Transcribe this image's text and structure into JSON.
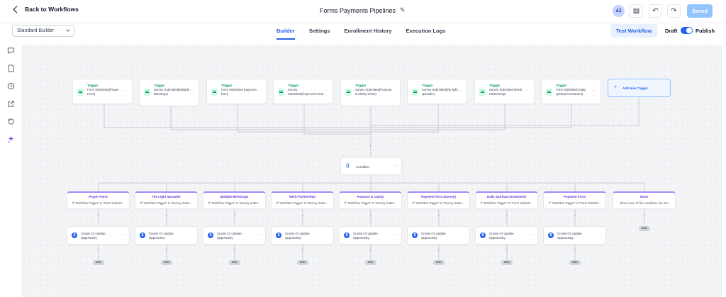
{
  "header": {
    "back_label": "Back to Workflows",
    "title": "Forms Payments Pipelines",
    "avatar_initials": "AZ",
    "saved_label": "Saved"
  },
  "toolbar": {
    "builder_select": "Standard Builder",
    "tabs": [
      "Builder",
      "Settings",
      "Enrollment History",
      "Execution Logs"
    ],
    "active_tab": "Builder",
    "test_button": "Test Workflow",
    "draft_label": "Draft",
    "publish_label": "Publish",
    "publish_toggle_on": true
  },
  "sidebar": {
    "icons": [
      "chat-icon",
      "document-icon",
      "clock-icon",
      "external-link-icon",
      "history-icon",
      "sparkle-icon"
    ]
  },
  "triggers": [
    {
      "title": "Trigger",
      "sub": "Form Submitted(Prayer Form)"
    },
    {
      "title": "Trigger",
      "sub": "Survey Submitted(Multiple Blessings)"
    },
    {
      "title": "Trigger",
      "sub": "Form Submitted (payment form)"
    },
    {
      "title": "Trigger",
      "sub": "Survey Submitted(Payment Form)"
    },
    {
      "title": "Trigger",
      "sub": "Survey Submitted(Purpose & Clarity Close)"
    },
    {
      "title": "Trigger",
      "sub": "Survey Submitted(the light spreader)"
    },
    {
      "title": "Trigger",
      "sub": "Survey Submitted (Merit Partnership)"
    },
    {
      "title": "Trigger",
      "sub": "Form Submitted (daily spiritual investment)"
    }
  ],
  "add_trigger_label": "Add New Trigger",
  "condition_label": "Condition",
  "branches": [
    {
      "title": "Prayer Form",
      "sub": "If \"Workflow Trigger\" is \"Form Submitt..."
    },
    {
      "title": "The Light Spreader",
      "sub": "If \"Workflow Trigger\" is \"Survey Subm..."
    },
    {
      "title": "Multiple Blessings",
      "sub": "If \"Workflow Trigger\" is \"Survey Subm..."
    },
    {
      "title": "Merit Partnership",
      "sub": "If \"Workflow Trigger\" is \"Survey Subm..."
    },
    {
      "title": "Purpose & Clarity",
      "sub": "If \"Workflow Trigger\" is \"Survey Subm..."
    },
    {
      "title": "Payment form (survey)",
      "sub": "If \"Workflow Trigger\" is \"Survey Subm..."
    },
    {
      "title": "Daily Spiritual Investment",
      "sub": "If \"Workflow Trigger\" is \"Form Submitt..."
    },
    {
      "title": "Payment Form",
      "sub": "If \"Workflow Trigger\" is \"Form Submitt..."
    },
    {
      "title": "None",
      "sub": "When none of the conditions are met"
    }
  ],
  "action_label": "Create Or Update Opportunity",
  "end_label": "END"
}
